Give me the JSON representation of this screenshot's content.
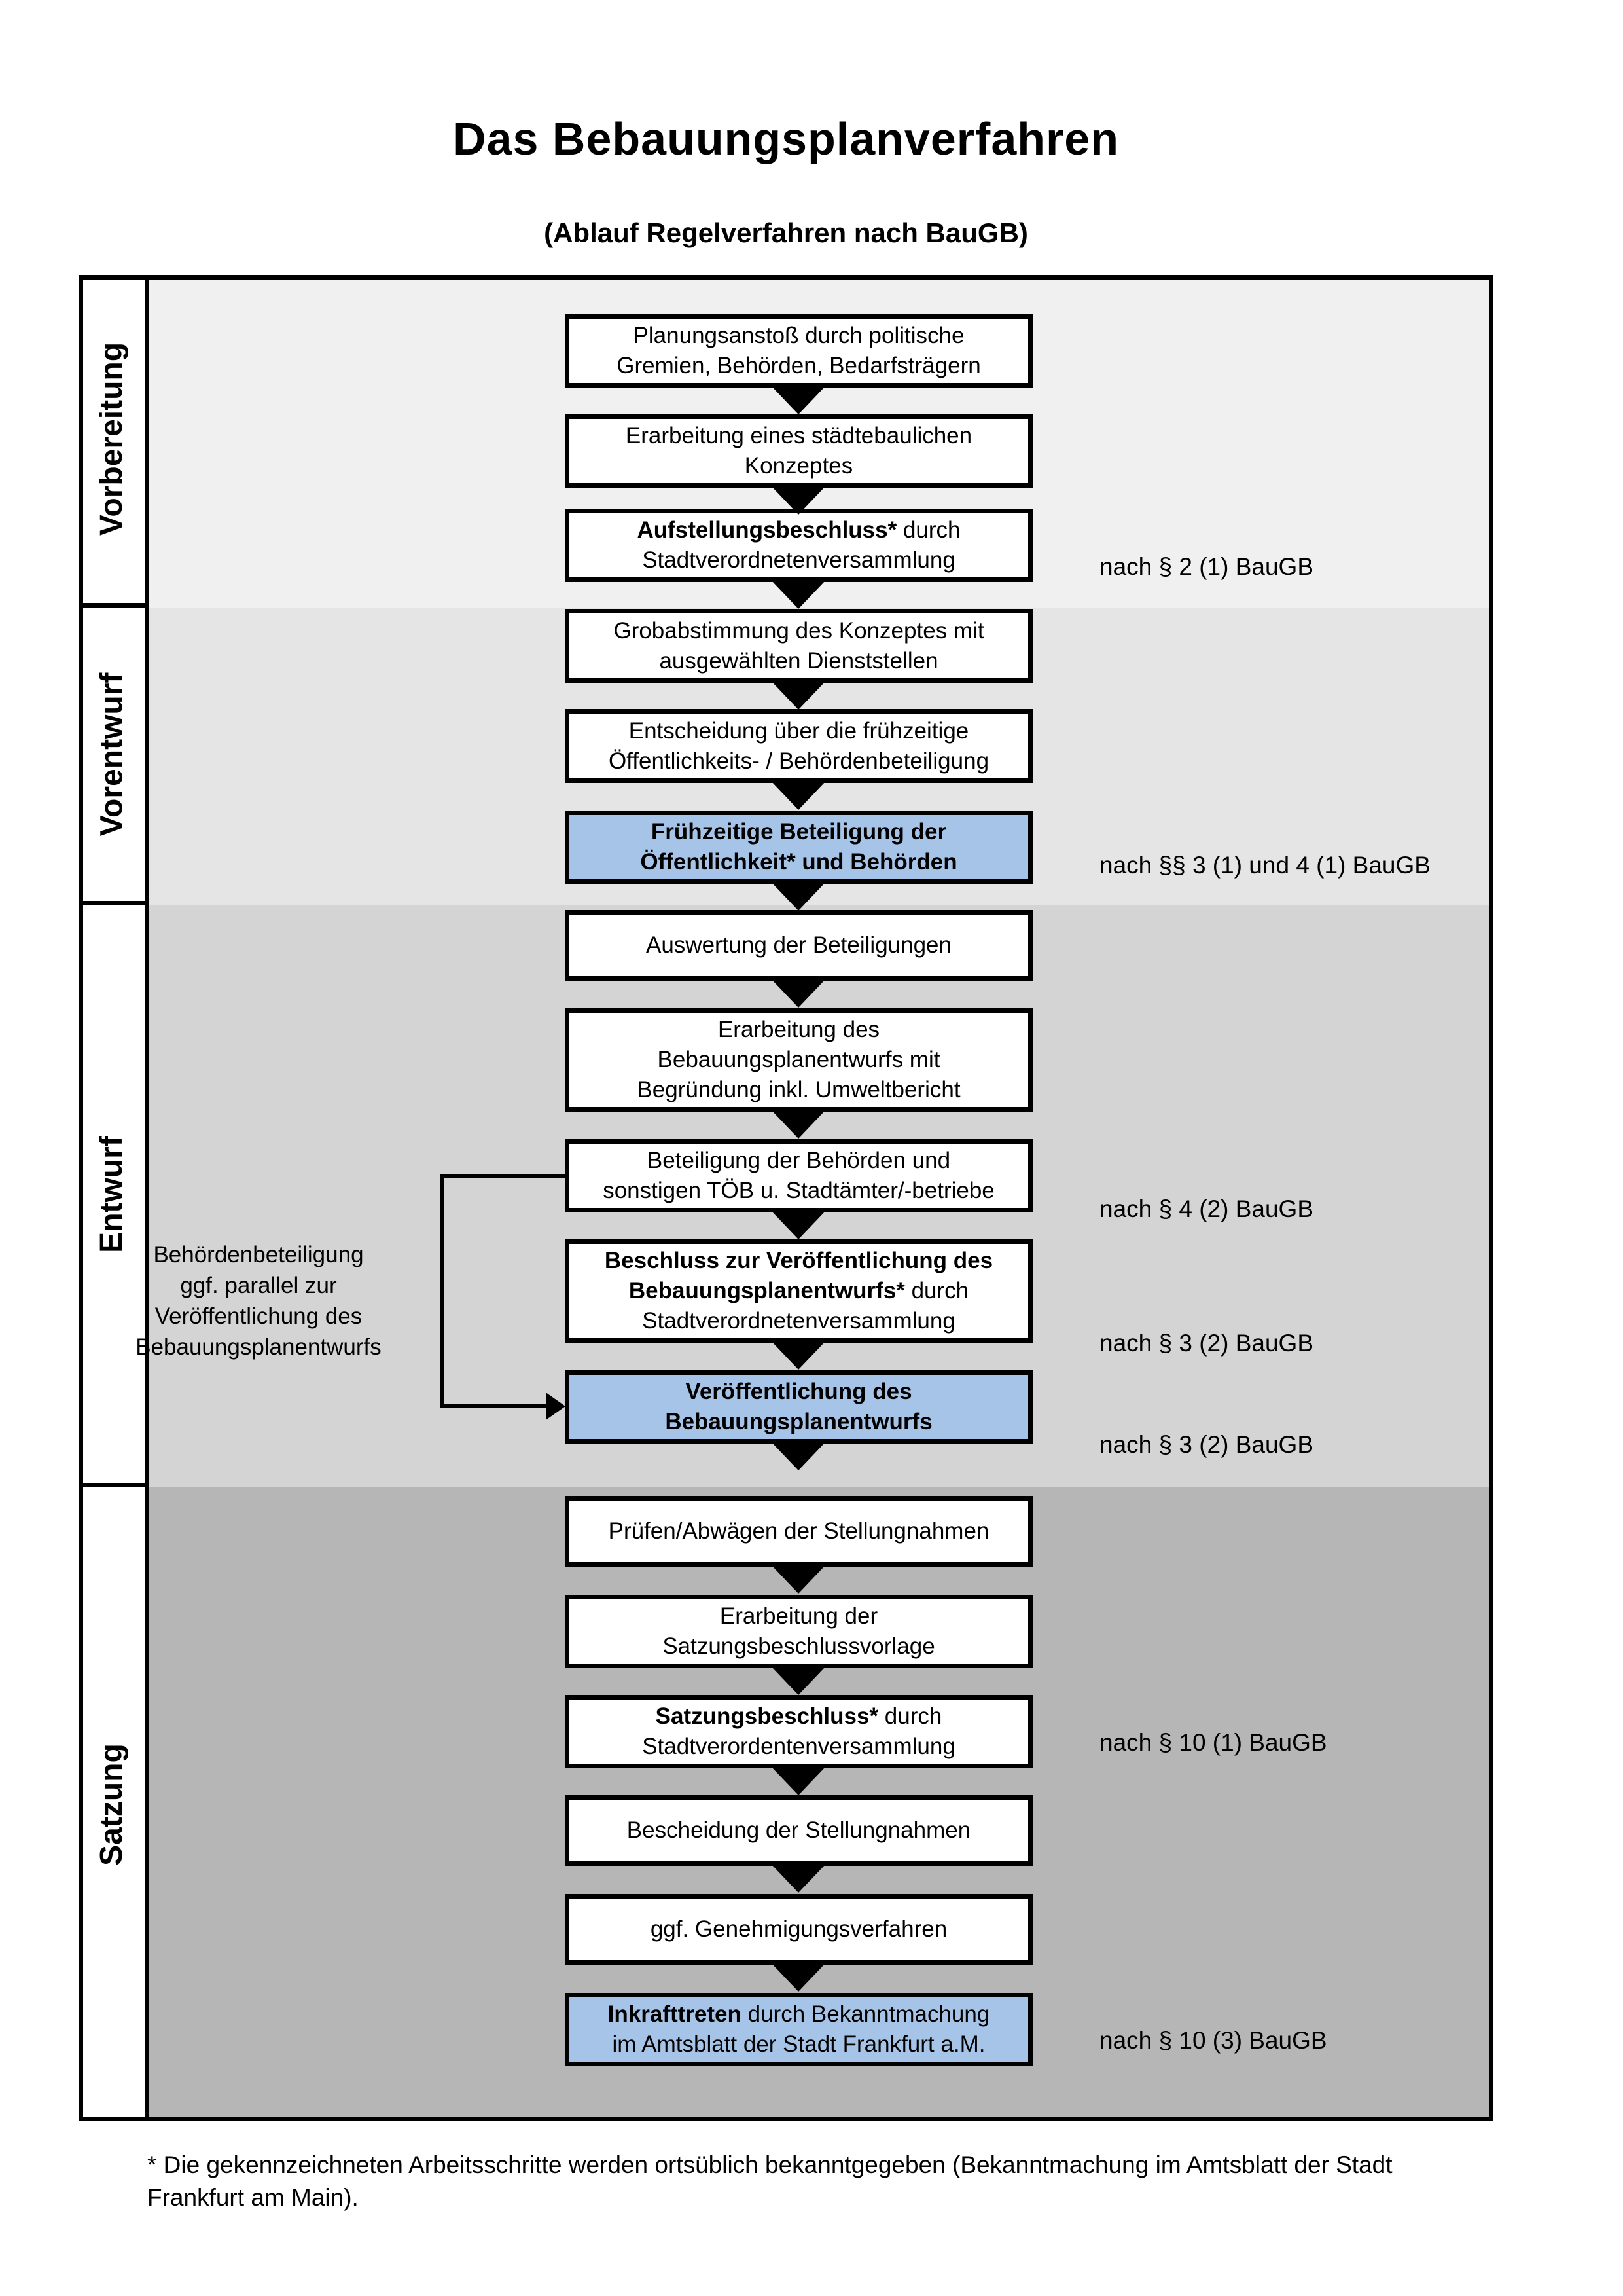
{
  "title": "Das Bebauungsplanverfahren",
  "subtitle": "(Ablauf Regelverfahren nach BauGB)",
  "phases": [
    {
      "label": "Vorbereitung"
    },
    {
      "label": "Vorentwurf"
    },
    {
      "label": "Entwurf"
    },
    {
      "label": "Satzung"
    }
  ],
  "boxes": [
    {
      "bold_part": "",
      "text": "Planungsanstoß durch politische\nGremien, Behörden, Bedarfsträgern"
    },
    {
      "bold_part": "",
      "text": "Erarbeitung eines städtebaulichen\nKonzeptes"
    },
    {
      "bold_part": "Aufstellungsbeschluss*",
      "text": " durch\nStadtverordnetenversammlung"
    },
    {
      "bold_part": "",
      "text": "Grobabstimmung des Konzeptes mit\nausgewählten Dienststellen"
    },
    {
      "bold_part": "",
      "text": "Entscheidung über die frühzeitige\nÖffentlichkeits- / Behördenbeteiligung"
    },
    {
      "bold_part": "Frühzeitige Beteiligung der\nÖffentlichkeit* und Behörden",
      "text": ""
    },
    {
      "bold_part": "",
      "text": "Auswertung der Beteiligungen"
    },
    {
      "bold_part": "",
      "text": "Erarbeitung des\nBebauungsplanentwurfs mit\nBegründung inkl. Umweltbericht"
    },
    {
      "bold_part": "",
      "text": "Beteiligung der Behörden und\nsonstigen TÖB u. Stadtämter/-betriebe"
    },
    {
      "bold_part": "Beschluss zur Veröffentlichung des\nBebauungsplanentwurfs*",
      "text": " durch\nStadtverordnetenversammlung"
    },
    {
      "bold_part": "Veröffentlichung des\nBebauungsplanentwurfs",
      "text": ""
    },
    {
      "bold_part": "",
      "text": "Prüfen/Abwägen der Stellungnahmen"
    },
    {
      "bold_part": "",
      "text": "Erarbeitung der\nSatzungsbeschlussvorlage"
    },
    {
      "bold_part": "Satzungsbeschluss*",
      "text": " durch\nStadtverordentenversammlung"
    },
    {
      "bold_part": "",
      "text": "Bescheidung der Stellungnahmen"
    },
    {
      "bold_part": "",
      "text": "ggf. Genehmigungsverfahren"
    },
    {
      "bold_part": "Inkrafttreten",
      "text": " durch Bekanntmachung\nim Amtsblatt der Stadt Frankfurt a.M."
    }
  ],
  "refs": [
    {
      "text": "nach § 2 (1) BauGB"
    },
    {
      "text": "nach §§ 3 (1) und 4 (1) BauGB"
    },
    {
      "text": "nach § 4 (2) BauGB"
    },
    {
      "text": "nach § 3 (2) BauGB"
    },
    {
      "text": "nach § 3 (2) BauGB"
    },
    {
      "text": "nach § 10 (1) BauGB"
    },
    {
      "text": "nach § 10 (3) BauGB"
    }
  ],
  "annotation": {
    "text": "Behördenbeteiligung\nggf. parallel zur\nVeröffentlichung des\nBebauungsplanentwurfs"
  },
  "footnote": "* Die gekennzeichneten Arbeitsschritte werden ortsüblich bekanntgegeben (Bekanntmachung im Amtsblatt  der Stadt\nFrankfurt am Main).",
  "colors": {
    "highlight_blue": "#a6c4e8",
    "phase_bg_vorbereitung": "#f0f0f0",
    "phase_bg_vorentwurf": "#e5e5e5",
    "phase_bg_entwurf": "#d4d4d4",
    "phase_bg_satzung": "#b6b6b6"
  }
}
